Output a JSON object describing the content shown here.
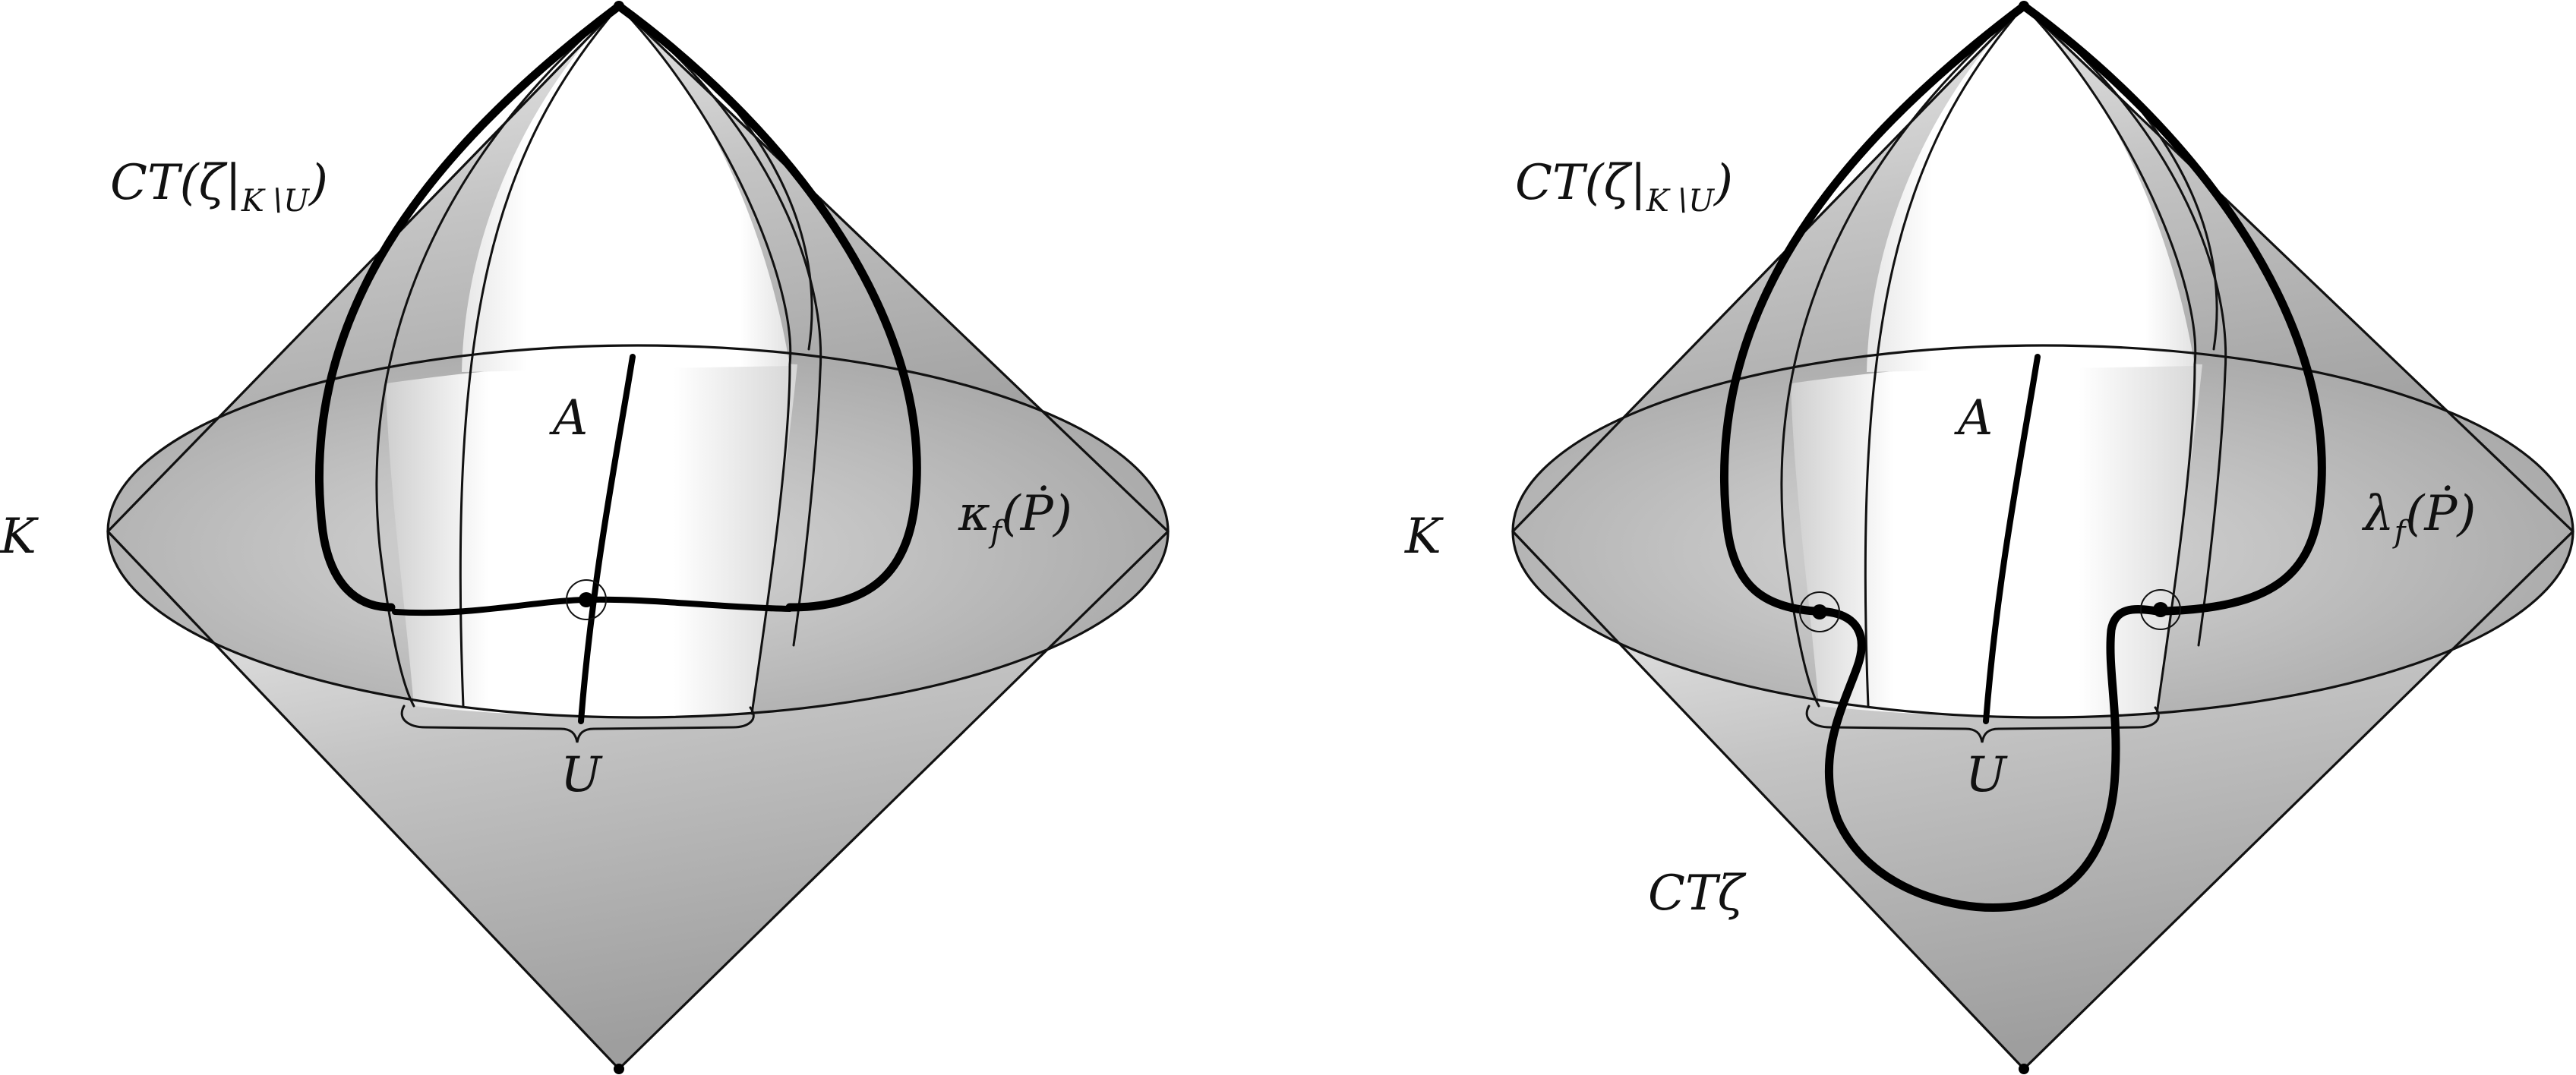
{
  "panels": [
    {
      "id": "left",
      "labels": {
        "top_prefix": "CT(ζ|",
        "top_sub": "K∖U",
        "top_suffix": ")",
        "k": "K",
        "a": "A",
        "u": "U",
        "curve": "κ",
        "curve_sub": "f",
        "curve_arg": "(Ṗ)"
      }
    },
    {
      "id": "right",
      "labels": {
        "top_prefix": "CT(ζ|",
        "top_sub": "K∖U",
        "top_suffix": ")",
        "k": "K",
        "a": "A",
        "u": "U",
        "curve": "λ",
        "curve_sub": "f",
        "curve_arg": "(Ṗ)",
        "cone": "CTζ"
      }
    }
  ],
  "colors": {
    "cone_light": "#f0f0f0",
    "cone_dark": "#a9a9a9",
    "disk_mid": "#bdbdbd",
    "window": "#ffffff",
    "ink": "#000000"
  }
}
